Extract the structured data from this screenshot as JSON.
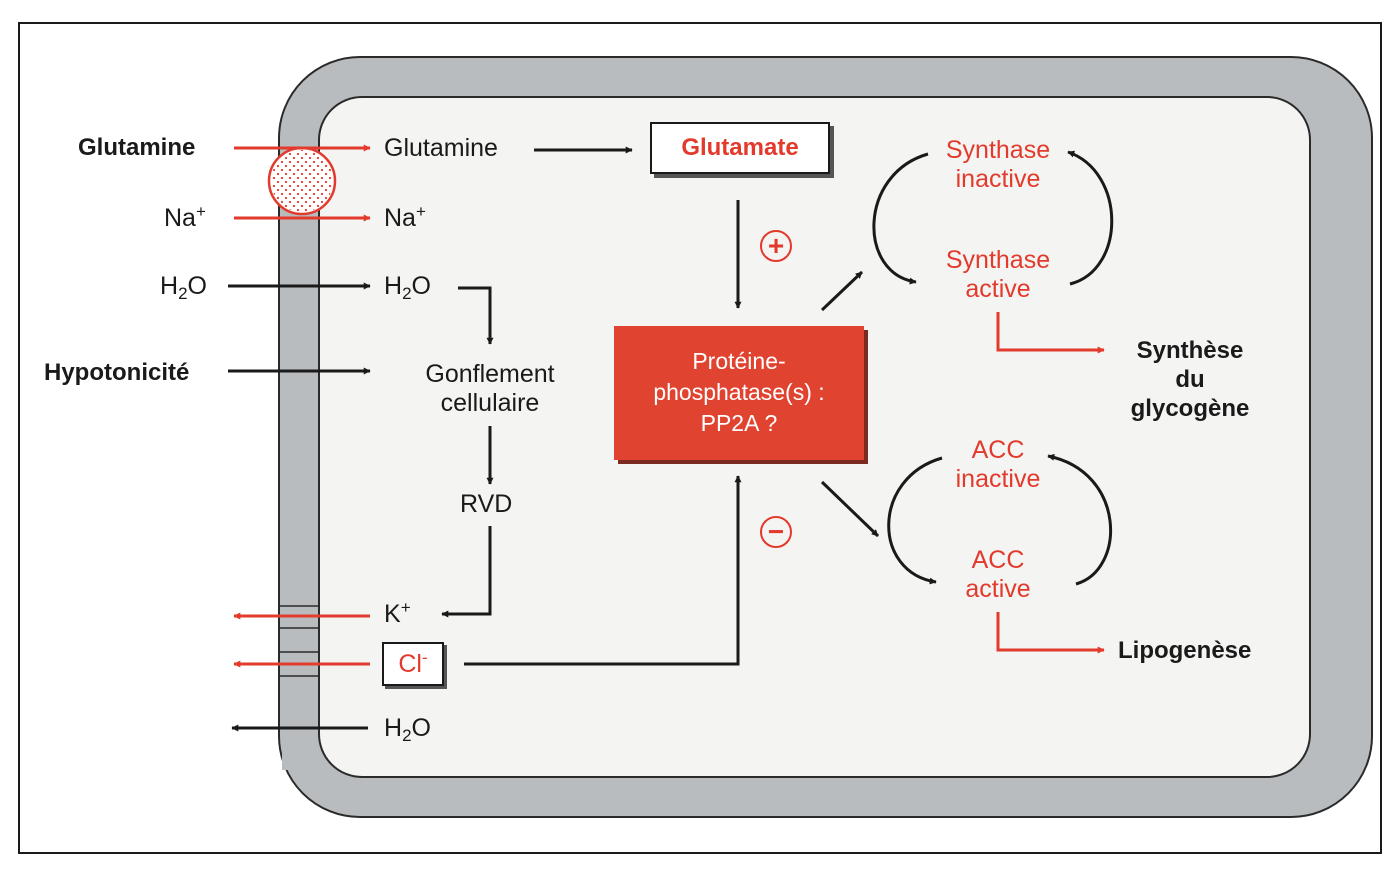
{
  "outside": {
    "glutamine": "Glutamine",
    "na": "Na",
    "na_charge": "+",
    "h2o_h": "H",
    "h2o_sub": "2",
    "h2o_o": "O",
    "hypotonicite": "Hypotonicité"
  },
  "inside": {
    "glutamine": "Glutamine",
    "na": "Na",
    "na_charge": "+",
    "h2o_h": "H",
    "h2o_sub": "2",
    "h2o_o": "O",
    "gonflement_1": "Gonflement",
    "gonflement_2": "cellulaire",
    "rvd": "RVD",
    "k": "K",
    "k_charge": "+",
    "cl": "Cl",
    "cl_charge": "-",
    "h2o_out_h": "H",
    "h2o_out_sub": "2",
    "h2o_out_o": "O"
  },
  "glutamate": "Glutamate",
  "phosphatase": {
    "line1": "Protéine-",
    "line2": "phosphatase(s) :",
    "line3": "PP2A ?"
  },
  "signs": {
    "plus": "+",
    "minus": "−"
  },
  "synthase": {
    "inactive_1": "Synthase",
    "inactive_2": "inactive",
    "active_1": "Synthase",
    "active_2": "active"
  },
  "acc": {
    "inactive_1": "ACC",
    "inactive_2": "inactive",
    "active_1": "ACC",
    "active_2": "active"
  },
  "outcomes": {
    "glycogene_1": "Synthèse",
    "glycogene_2": "du",
    "glycogene_3": "glycogène",
    "lipogenese": "Lipogenèse"
  },
  "colors": {
    "accent_red": "#e23a2c",
    "membrane_gray": "#b9bcbe",
    "ink": "#1a1a1a"
  }
}
